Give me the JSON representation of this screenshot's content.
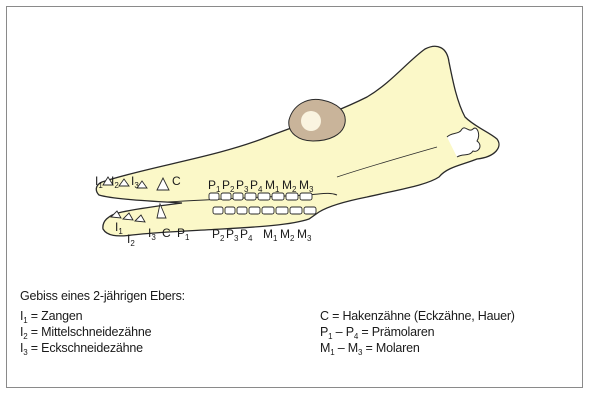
{
  "diagram": {
    "upper_labels": [
      {
        "id": "I1",
        "base": "I",
        "sub": "1"
      },
      {
        "id": "I2",
        "base": "I",
        "sub": "2"
      },
      {
        "id": "I3",
        "base": "I",
        "sub": "3"
      },
      {
        "id": "C",
        "base": "C",
        "sub": ""
      },
      {
        "id": "P1",
        "base": "P",
        "sub": "1"
      },
      {
        "id": "P2",
        "base": "P",
        "sub": "2"
      },
      {
        "id": "P3",
        "base": "P",
        "sub": "3"
      },
      {
        "id": "P4",
        "base": "P",
        "sub": "4"
      },
      {
        "id": "M1",
        "base": "M",
        "sub": "1"
      },
      {
        "id": "M2",
        "base": "M",
        "sub": "2"
      },
      {
        "id": "M3",
        "base": "M",
        "sub": "3"
      }
    ],
    "lower_labels": [
      {
        "id": "I1",
        "base": "I",
        "sub": "1"
      },
      {
        "id": "I2",
        "base": "I",
        "sub": "2"
      },
      {
        "id": "I3",
        "base": "I",
        "sub": "3"
      },
      {
        "id": "C",
        "base": "C",
        "sub": ""
      },
      {
        "id": "P1",
        "base": "P",
        "sub": "1"
      },
      {
        "id": "P2",
        "base": "P",
        "sub": "2"
      },
      {
        "id": "P3",
        "base": "P",
        "sub": "3"
      },
      {
        "id": "P4",
        "base": "P",
        "sub": "4"
      },
      {
        "id": "M1",
        "base": "M",
        "sub": "1"
      },
      {
        "id": "M2",
        "base": "M",
        "sub": "2"
      },
      {
        "id": "M3",
        "base": "M",
        "sub": "3"
      }
    ],
    "colors": {
      "bone": "#fbf8c8",
      "outline": "#2a2a2a",
      "ear_bone": "#c9b49a",
      "ear_highlight": "#fffbe8"
    }
  },
  "legend": {
    "title": "Gebiss eines 2-jährigen Ebers:",
    "left": [
      {
        "base": "I",
        "sub": "1",
        "text": " = Zangen"
      },
      {
        "base": "I",
        "sub": "2",
        "text": " = Mittelschneidezähne"
      },
      {
        "base": "I",
        "sub": "3",
        "text": " = Eckschneidezähne"
      }
    ],
    "right": [
      {
        "base": "C",
        "sub": "",
        "text": " = Hakenzähne (Eckzähne, Hauer)"
      },
      {
        "base": "P",
        "sub": "1",
        "mid": " – P",
        "sub2": "4",
        "text": " = Prämolaren"
      },
      {
        "base": "M",
        "sub": "1",
        "mid": " – M",
        "sub2": "3",
        "text": " = Molaren"
      }
    ]
  }
}
